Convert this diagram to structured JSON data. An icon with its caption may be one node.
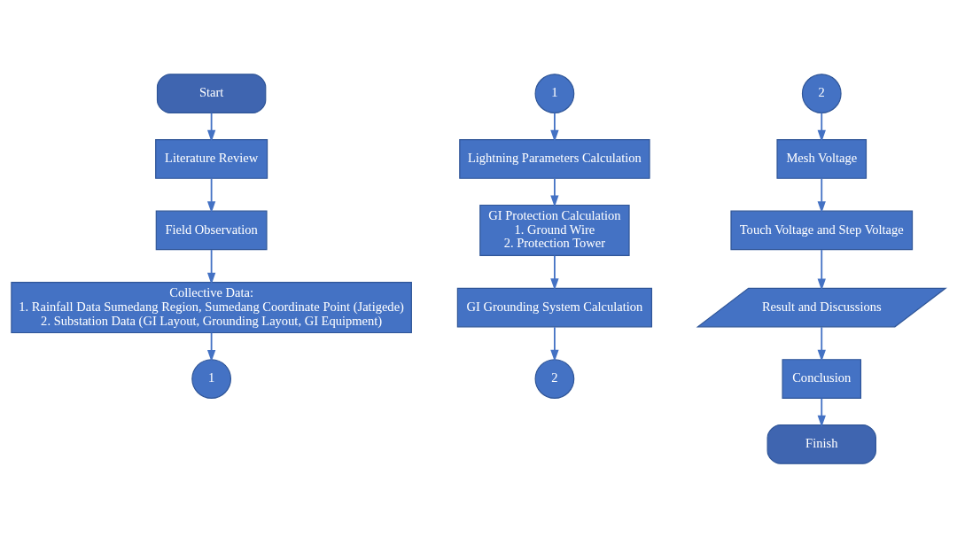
{
  "diagram": {
    "nodes": [
      {
        "text": [
          "Start"
        ]
      },
      {
        "text": [
          "Literature Review"
        ]
      },
      {
        "text": [
          "Field Observation"
        ]
      },
      {
        "text": [
          "Collective Data:",
          "1. Rainfall Data Sumedang Region, Sumedang Coordinate Point (Jatigede)",
          "2. Substation Data (GI Layout, Grounding Layout, GI Equipment)"
        ]
      },
      {
        "text": [
          "1"
        ]
      },
      {
        "text": [
          "1"
        ]
      },
      {
        "text": [
          "Lightning Parameters Calculation"
        ]
      },
      {
        "text": [
          "GI Protection Calculation",
          "1. Ground Wire",
          "2. Protection Tower"
        ]
      },
      {
        "text": [
          "GI Grounding System Calculation"
        ]
      },
      {
        "text": [
          "2"
        ]
      },
      {
        "text": [
          "2"
        ]
      },
      {
        "text": [
          "Mesh Voltage"
        ]
      },
      {
        "text": [
          "Touch Voltage and Step Voltage"
        ]
      },
      {
        "text": [
          "Result and Discussions"
        ]
      },
      {
        "text": [
          "Conclusion"
        ]
      },
      {
        "text": [
          "Finish"
        ]
      }
    ],
    "edges": [
      {
        "from": 0,
        "to": 1,
        "arrow": "to"
      },
      {
        "from": 1,
        "to": 2,
        "arrow": "to"
      },
      {
        "from": 2,
        "to": 3,
        "arrow": "to"
      },
      {
        "from": 3,
        "to": 4,
        "arrow": "to"
      },
      {
        "from": 5,
        "to": 6,
        "arrow": "to"
      },
      {
        "from": 6,
        "to": 7,
        "arrow": "to"
      },
      {
        "from": 7,
        "to": 8,
        "arrow": "to"
      },
      {
        "from": 8,
        "to": 9,
        "arrow": "to"
      },
      {
        "from": 10,
        "to": 11,
        "arrow": "to"
      },
      {
        "from": 11,
        "to": 12,
        "arrow": "to"
      },
      {
        "from": 12,
        "to": 13,
        "arrow": "to"
      },
      {
        "from": 13,
        "to": 14,
        "arrow": "to"
      },
      {
        "from": 14,
        "to": 15,
        "arrow": "to"
      }
    ]
  }
}
